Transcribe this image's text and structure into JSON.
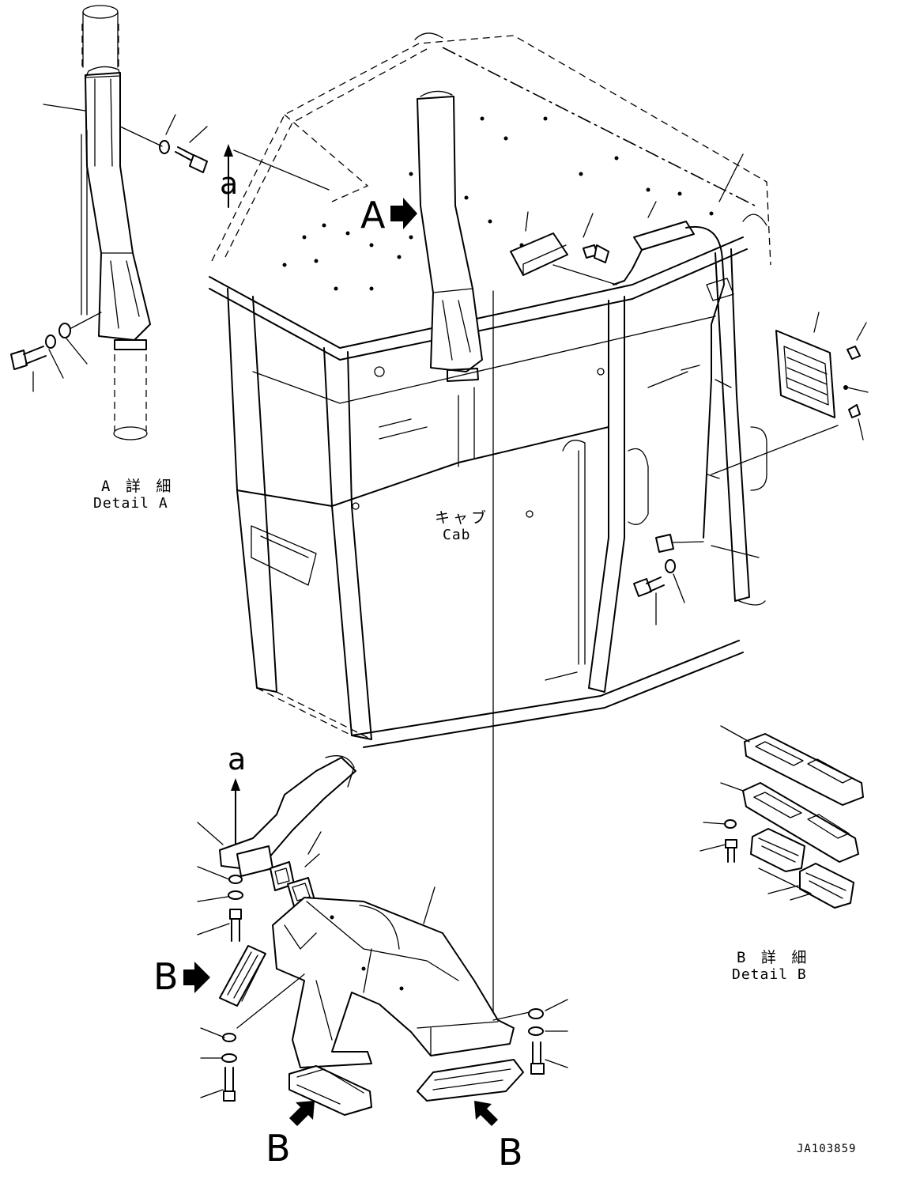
{
  "labels": {
    "arrow_a_upper": "a",
    "arrow_a_lower": "a",
    "arrow_A": "A",
    "detail_a_jp": "A 詳 細",
    "detail_a_en": "Detail A",
    "cab_jp": "キャブ",
    "cab_en": "Cab",
    "arrow_B_left": "B",
    "arrow_B_bottom_left": "B",
    "arrow_B_bottom_right": "B",
    "detail_b_jp": "B 詳 細",
    "detail_b_en": "Detail B",
    "drawing_number": "JA103859"
  }
}
